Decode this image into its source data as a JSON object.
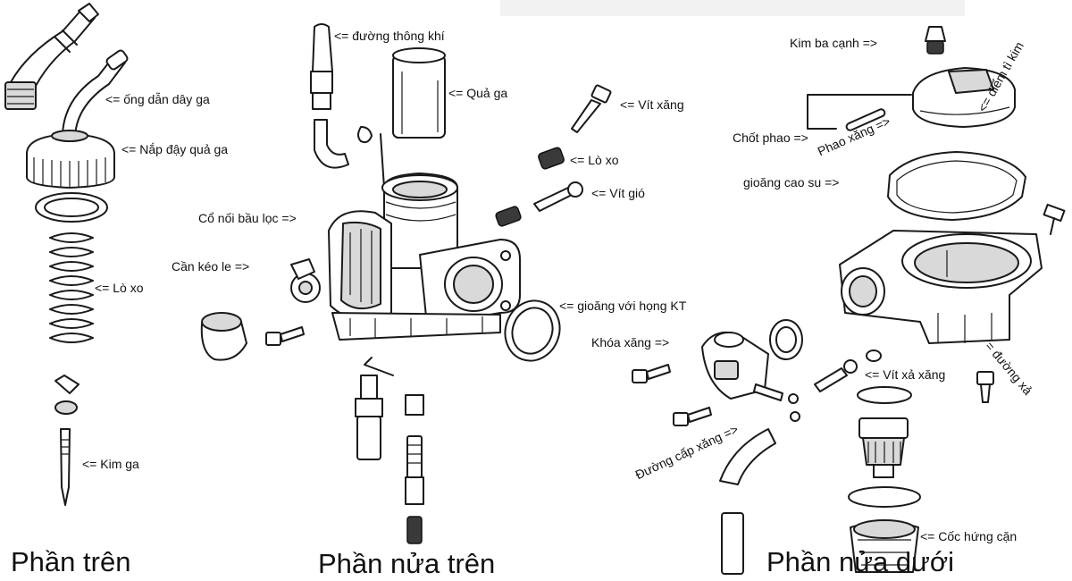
{
  "sections": {
    "upper": "Phần trên",
    "middle": "Phần nửa trên",
    "lower": "Phần nửa dưới"
  },
  "labels": {
    "throttle_cable_tube": "<= ống dẫn dây ga",
    "throttle_slide_cap": "<= Nắp đậy quả ga",
    "upper_spring": "<= Lò xo",
    "needle": "<= Kim ga",
    "vent_tube": "<= đường thông khí",
    "throttle_slide": "<= Quả ga",
    "air_filter_connector": "Cổ nối bầu lọc =>",
    "choke_lever": "Cần kéo le =>",
    "fuel_screw": "<= Vít xăng",
    "middle_spring": "<= Lò xo",
    "air_screw": "<= Vít gió",
    "intake_gasket": "<= gioăng với họng KT",
    "triangle_needle": "Kim ba cạnh =>",
    "float_pin": "Chốt phao =>",
    "float": "Phao xăng =>",
    "rubber_gasket": "gioăng cao su =>",
    "float_level": "<= điểm tì kim",
    "fuel_valve": "Khóa xăng =>",
    "drain_screw": "<= Vít xả xăng",
    "fuel_line": "Đường cấp xăng =>",
    "drain_passage": "= đường xả",
    "sediment_cup": "<= Cốc hứng cặn"
  }
}
